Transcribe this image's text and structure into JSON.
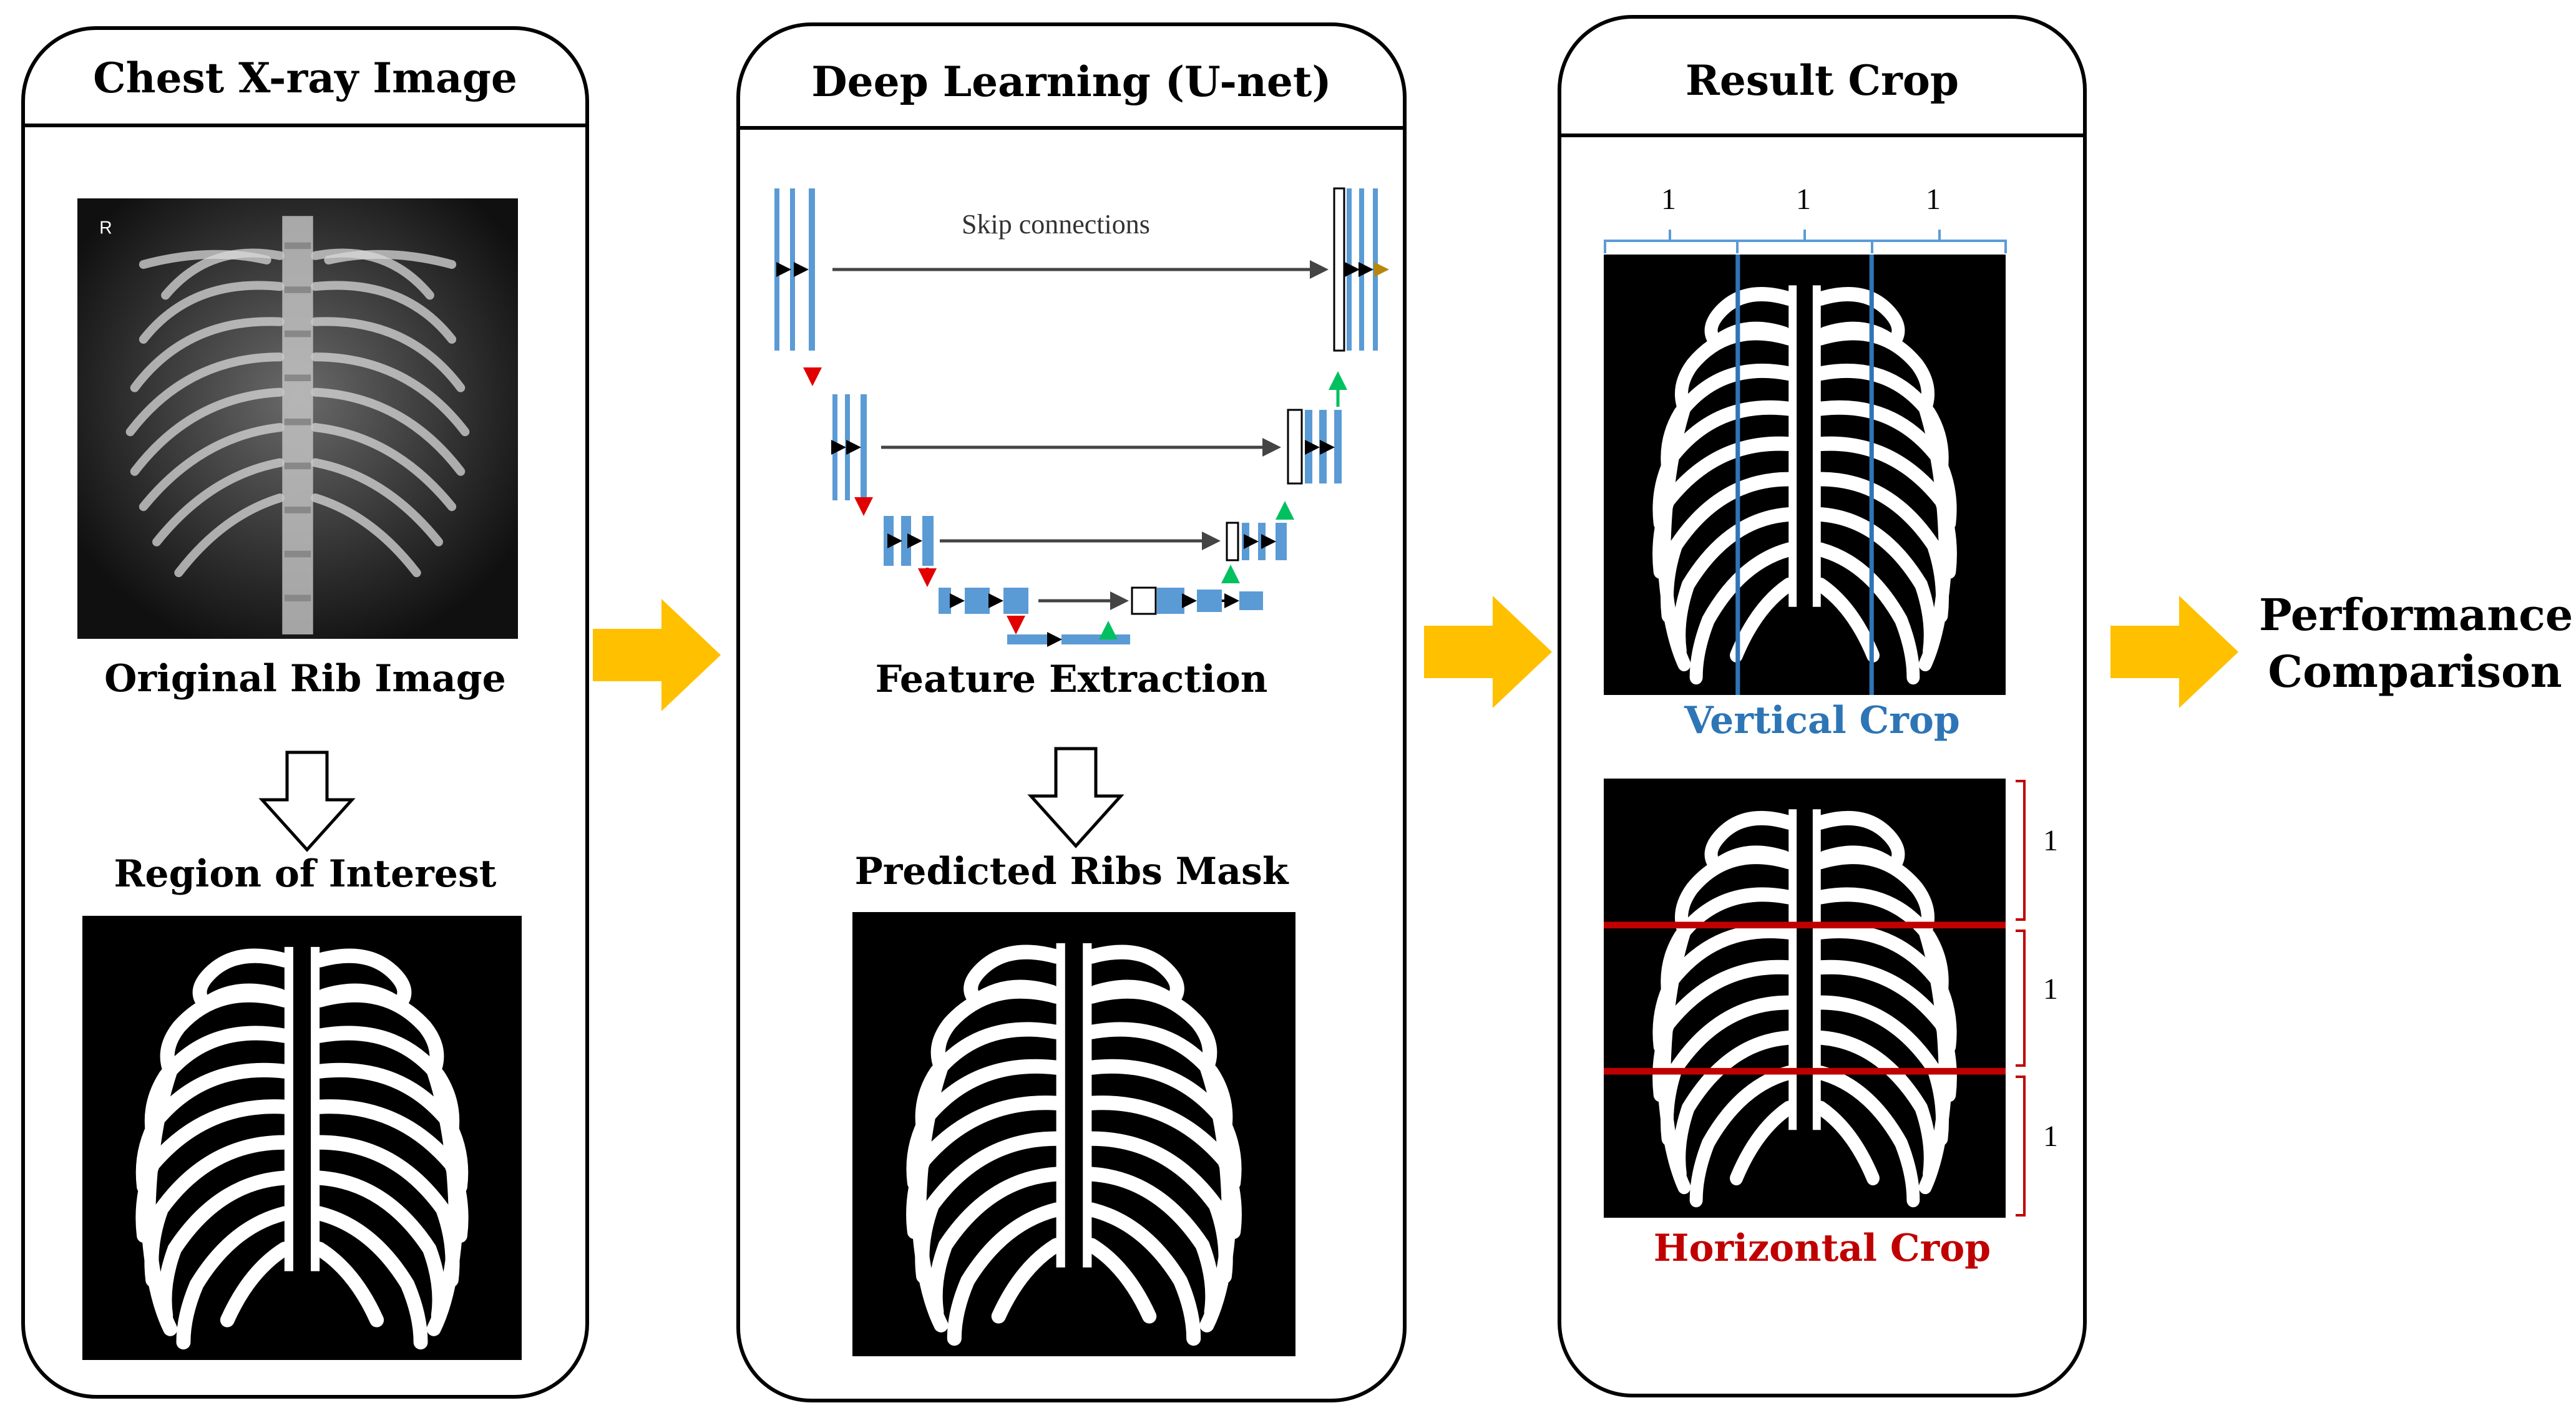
{
  "panels": {
    "xray": {
      "title": "Chest X-ray Image",
      "original_caption": "Original Rib Image",
      "roi_caption": "Region of Interest",
      "xray_marker": "R"
    },
    "unet": {
      "title": "Deep Learning (U-net)",
      "skip_label": "Skip connections",
      "feature_caption": "Feature Extraction",
      "mask_caption": "Predicted Ribs Mask"
    },
    "crop": {
      "title": "Result Crop",
      "vertical_label": "Vertical Crop",
      "horizontal_label": "Horizontal Crop",
      "vertical_ratios": [
        "1",
        "1",
        "1"
      ],
      "horizontal_ratios": [
        "1",
        "1",
        "1"
      ]
    }
  },
  "output": {
    "line1": "Performance",
    "line2": "Comparison"
  },
  "colors": {
    "flow_arrow": "#FFC000",
    "vertical_accent": "#2E75B6",
    "horizontal_accent": "#C00000",
    "unet_block": "#5B9BD5"
  }
}
